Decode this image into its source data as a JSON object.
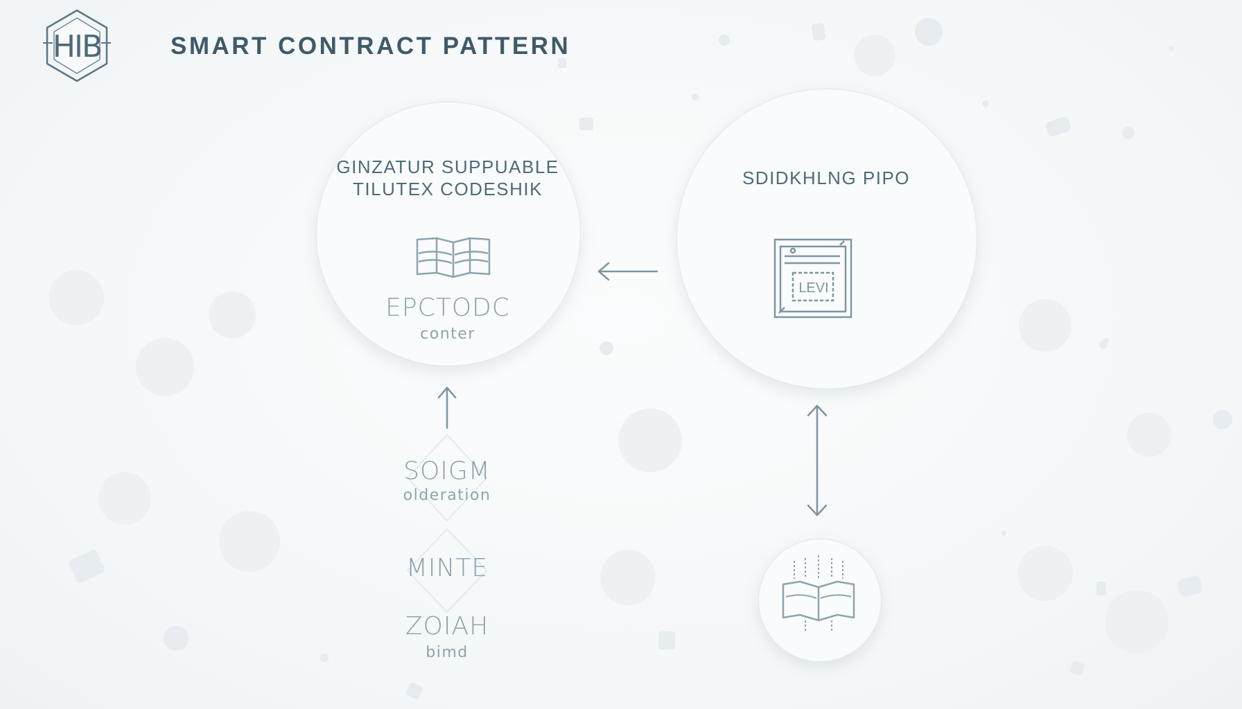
{
  "header": {
    "logo_text": "HIB",
    "title": "SMART CONTRACT PATTERN"
  },
  "nodes": {
    "left": {
      "title_line1": "GINZATUR SUPPUABLE",
      "title_line2": "TILUTEX CODESHIK",
      "name": "EPCTODC",
      "sub": "conter"
    },
    "right": {
      "title": "SDIDKHLNG PIPO",
      "icon_text": "LEVI"
    },
    "stack": [
      {
        "name": "SOIGM",
        "sub": "olderation"
      },
      {
        "name": "MINTE",
        "sub": ""
      },
      {
        "name": "ZOIAH",
        "sub": "bimd"
      }
    ]
  },
  "icons": {
    "left_node": "open-book-icon",
    "right_node": "document-frame-icon",
    "bottom_right_node": "open-book-icon",
    "logo": "hexagon-logo"
  },
  "colors": {
    "background": "#f7f9fa",
    "stroke": "#8ea3ac",
    "text_dark": "#3f5a68",
    "text_light": "#8aa0aa"
  }
}
